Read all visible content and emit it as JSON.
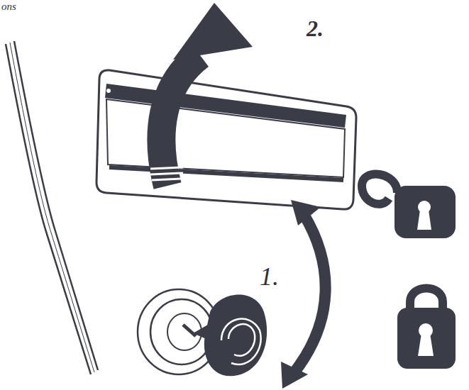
{
  "diagram": {
    "labels": [
      "ons",
      "2.",
      "1."
    ]
  }
}
